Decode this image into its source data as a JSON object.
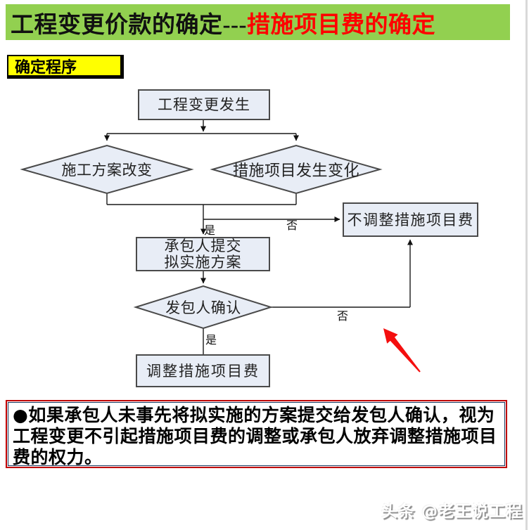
{
  "header": {
    "title_black": "工程变更价款的确定---",
    "title_red": "措施项目费的确定",
    "bg_color": "#92D050",
    "red_color": "#FF0000"
  },
  "section_label": "确定程序",
  "flowchart": {
    "node_fill": "#E8EDF6",
    "nodes": {
      "start": "工程变更发生",
      "cond_plan": "施工方案改变",
      "cond_measure": "措施项目发生变化",
      "no_adjust": "不调整措施项目费",
      "submit_line1": "承包人提交",
      "submit_line2": "拟实施方案",
      "confirm": "发包人确认",
      "adjust": "调整措施项目费"
    },
    "edge_labels": {
      "yes1": "是",
      "no1": "否",
      "yes2": "是",
      "no2": "否"
    },
    "annotation_arrow_color": "#F40F0F"
  },
  "note": {
    "text": "●如果承包人未事先将拟实施的方案提交给发包人确认，视为工程变更不引起措施项目费的调整或承包人放弃调整措施项目费的权力。",
    "border_outer": "#C00000",
    "border_inner": "#17375E"
  },
  "watermark": "头条 @老王说工程"
}
